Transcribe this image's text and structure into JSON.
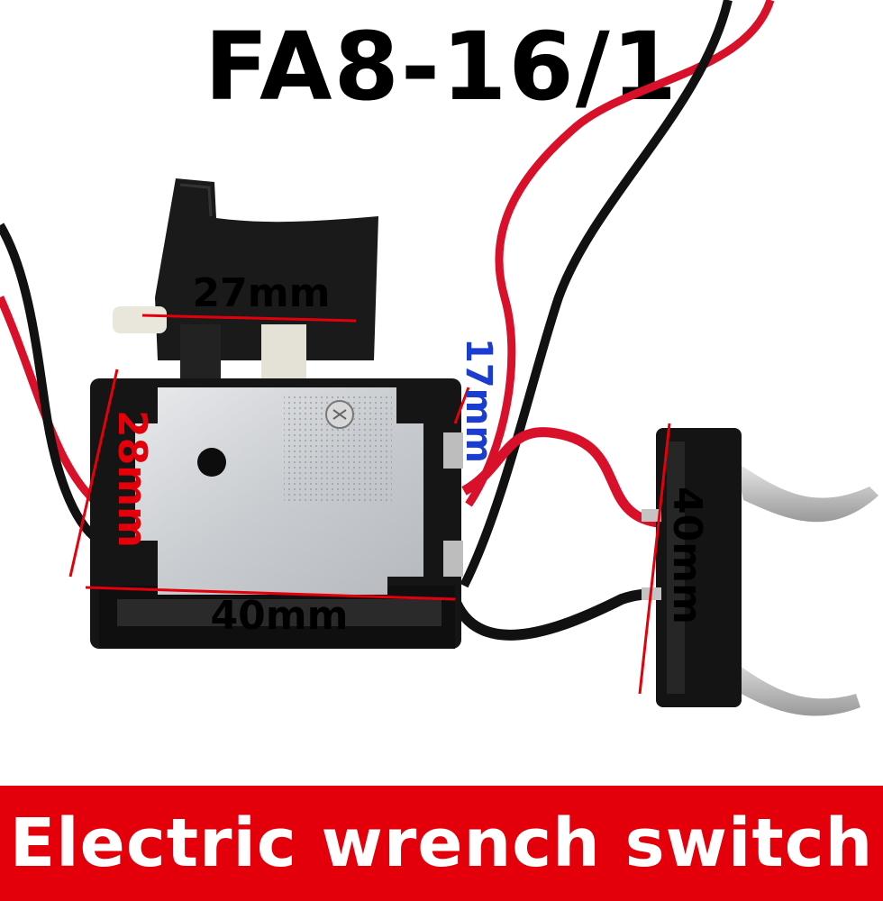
{
  "title": "FA8-16/1",
  "banner": {
    "text": "Electric wrench switch",
    "background": "#e3000b",
    "text_color": "#ffffff"
  },
  "dimensions": {
    "trigger_width": "27mm",
    "body_height": "28mm",
    "body_depth": "17mm",
    "body_length": "40mm",
    "terminal_length": "40mm"
  },
  "colors": {
    "dimension_line": "#e3000b",
    "depth_label": "#1a3ccf",
    "body_height_label": "#e3000b",
    "wire_red": "#d8102a",
    "wire_black": "#111111"
  }
}
